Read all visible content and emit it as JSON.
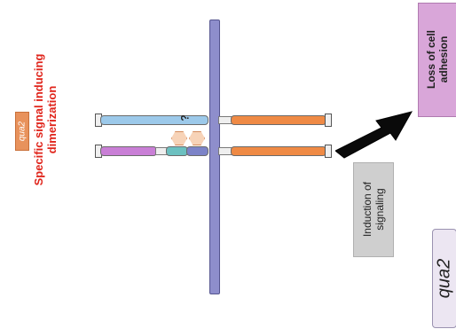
{
  "labels": {
    "qua2_left": "qua2",
    "signal": "Specific signal inducing dimerization",
    "question": "?",
    "induction": "Induction of signaling",
    "adhesion": "Loss of cell adhesion",
    "qua2_right": "qua2"
  },
  "colors": {
    "membrane": "#8e8ecc",
    "receptor_top_extracellular": "#9cc9ea",
    "receptor_bottom_extracellular": "#c97fd6",
    "receptor_bottom_domain_teal": "#6cc0c0",
    "receptor_bottom_domain_blue": "#7c83c8",
    "intracellular": "#ef8a45",
    "signal_text": "#e0241b",
    "qua2_tag": "#e8925c",
    "adhesion_box": "#d9a6d9",
    "induction_box": "#cfcfcf"
  }
}
